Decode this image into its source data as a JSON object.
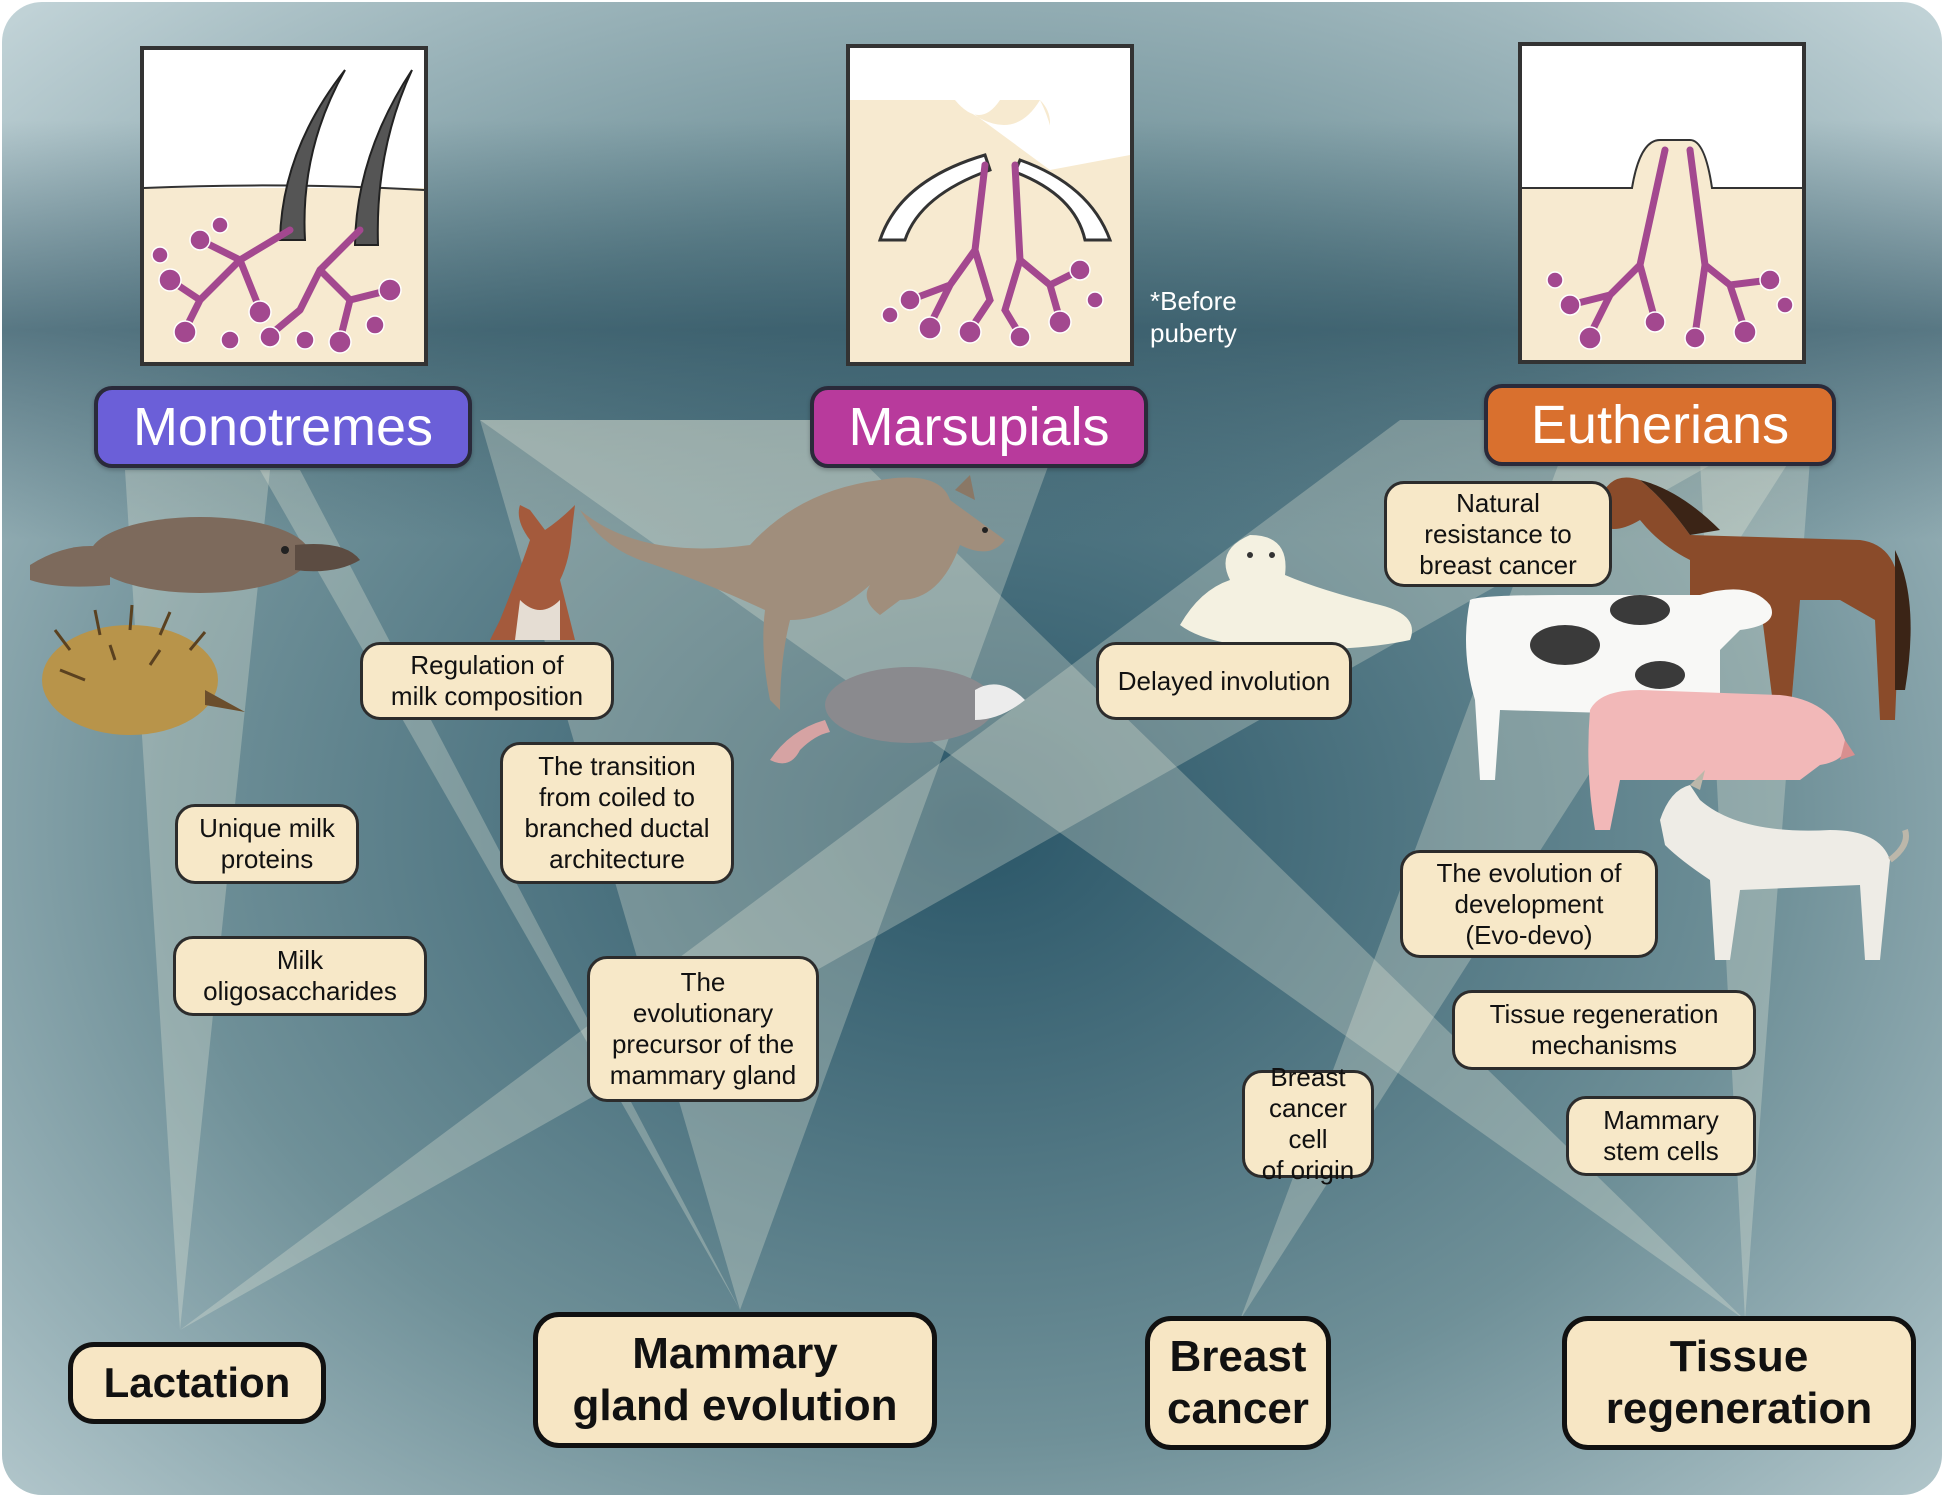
{
  "groups": {
    "monotremes": {
      "label": "Monotremes",
      "color": "#6b5fd8"
    },
    "marsupials": {
      "label": "Marsupials",
      "color": "#b83a9c"
    },
    "eutherians": {
      "label": "Eutherians",
      "color": "#d9702e"
    }
  },
  "marsupial_note": "*Before\npuberty",
  "topics": {
    "regulation": "Regulation of\nmilk composition",
    "transition": "The transition\nfrom coiled  to\nbranched ductal\narchitecture",
    "unique_proteins": "Unique milk\nproteins",
    "oligosaccharides": "Milk\noligosaccharides",
    "precursor": "The\nevolutionary\nprecursor of the\nmammary gland",
    "delayed_involution": "Delayed involution",
    "natural_resistance": "Natural\nresistance to\nbreast cancer",
    "evo_devo": "The evolution of\ndevelopment\n(Evo-devo)",
    "regeneration_mech": "Tissue regeneration\nmechanisms",
    "cell_of_origin": "Breast\ncancer cell\nof origin",
    "stem_cells": "Mammary\nstem cells"
  },
  "fields": {
    "lactation": "Lactation",
    "mammary_evolution": "Mammary\ngland evolution",
    "breast_cancer": "Breast\ncancer",
    "tissue_regeneration": "Tissue\nregeneration"
  },
  "colors": {
    "background_dark": "#2c5566",
    "background_light": "#b9cdd3",
    "beam": "#f3f0dc",
    "duct": "#a3488f",
    "skin": "#f7ead0"
  },
  "icons": [
    "platypus-icon",
    "echidna-icon",
    "wallaby-icon",
    "kangaroo-icon",
    "opossum-icon",
    "seal-pup-icon",
    "horse-icon",
    "cow-icon",
    "pig-icon",
    "goat-icon"
  ]
}
